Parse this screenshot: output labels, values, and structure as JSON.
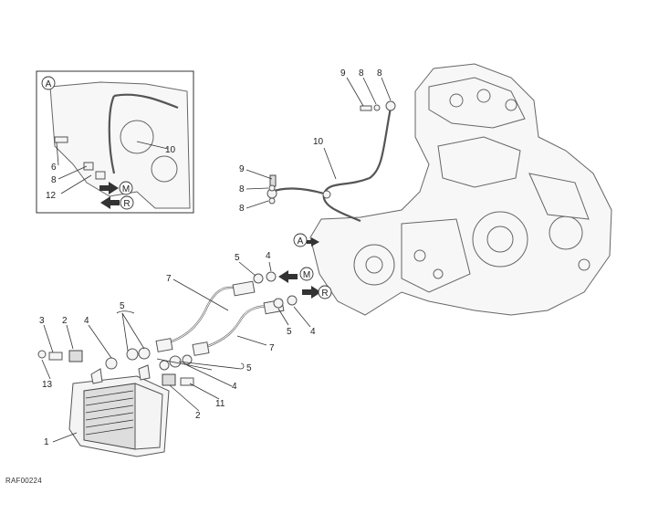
{
  "diagram": {
    "reference_code": "RAF00224",
    "callouts": {
      "detail_a": "A",
      "main_a": "A",
      "m": "M",
      "r": "R",
      "inset_m": "M",
      "inset_r": "R"
    },
    "part_labels": {
      "p1": "1",
      "p2a": "2",
      "p2b": "2",
      "p3": "3",
      "p4a": "4",
      "p4b": "4",
      "p4c": "4",
      "p4d": "4",
      "p5a": "5",
      "p5b": "5",
      "p5c": "5",
      "p5d": "5",
      "p6": "6",
      "p7a": "7",
      "p7b": "7",
      "p8a": "8",
      "p8b": "8",
      "p8c": "8",
      "p8d": "8",
      "p8e": "8",
      "p9a": "9",
      "p9b": "9",
      "p10a": "10",
      "p10b": "10",
      "p11": "11",
      "p12": "12",
      "p13": "13"
    }
  }
}
